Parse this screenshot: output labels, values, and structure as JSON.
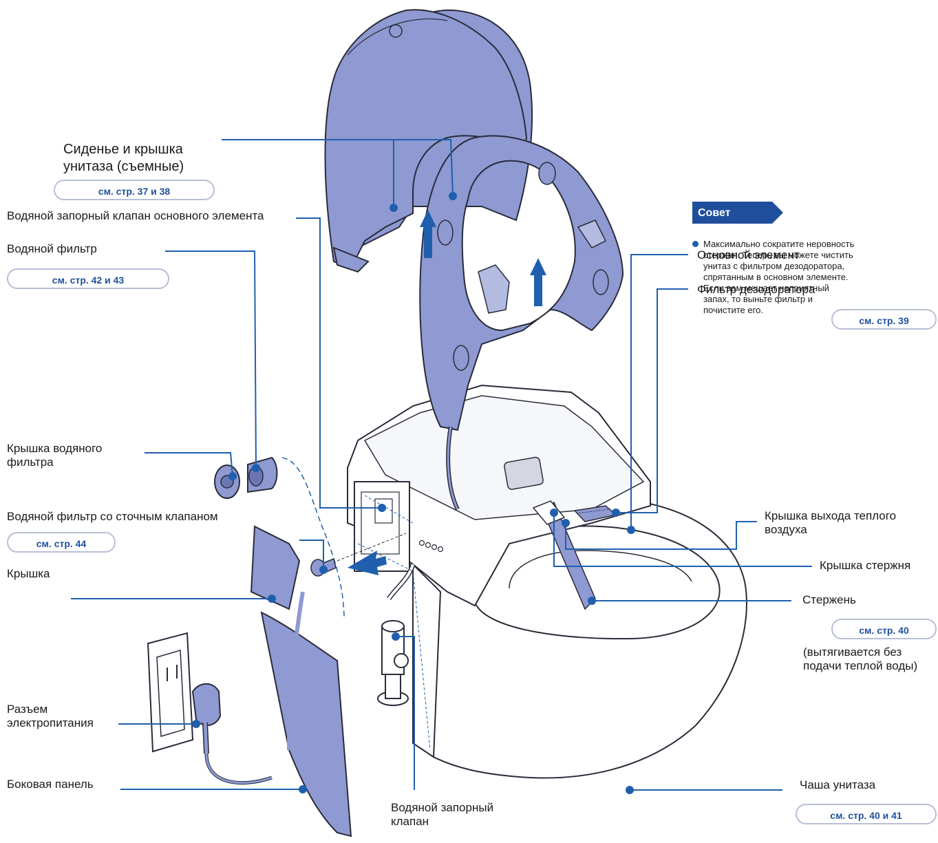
{
  "colors": {
    "part_fill": "#8e9ad1",
    "part_stroke": "#2a2a3a",
    "leader_line": "#1f5fae",
    "badge_bg": "#1f4f9c",
    "ref_border": "#b7bfd6"
  },
  "labels": {
    "seat_and_lid": "Сиденье и крышка\nунитаза (съемные)",
    "main_unit": "Основной элемент",
    "deodorizer_filter": "Фильтр дезодоратора",
    "main_valve": "Водяной запорный клапан основного элемента",
    "water_filter": "Водяной фильтр",
    "water_filter_cap": "Крышка водяного\nфильтра",
    "drain_filter": "Водяной фильтр со сточным клапаном",
    "cover": "Крышка",
    "power_plug": "Разъем\nэлектропитания",
    "side_panel": "Боковая панель",
    "warm_air_cover": "Крышка выхода теплого\nвоздуха",
    "wand_cover": "Крышка стержня",
    "wand": "Стержень",
    "wand_note": "(вытягивается без\nподачи теплой воды)",
    "shutoff_valve": "Водяной запорный\nклапан",
    "bowl": "Чаша унитаза"
  },
  "refs": {
    "seat": "см. стр. 37 и 38",
    "deodorizer": "см. стр. 39",
    "water_filter": "см. стр. 42 и 43",
    "drain_filter": "см. стр. 44",
    "wand": "см. стр. 40",
    "bowl": "см. стр. 40 и 41"
  },
  "tip": {
    "title": "Совет",
    "text": "Максимально сократите неровность стержня. Теперь вы можете чистить унитаз с фильтром дезодоратора, спрятанным в основном элементе. Если вам мешает неприятный запах, то выньте фильтр и почистите его."
  }
}
